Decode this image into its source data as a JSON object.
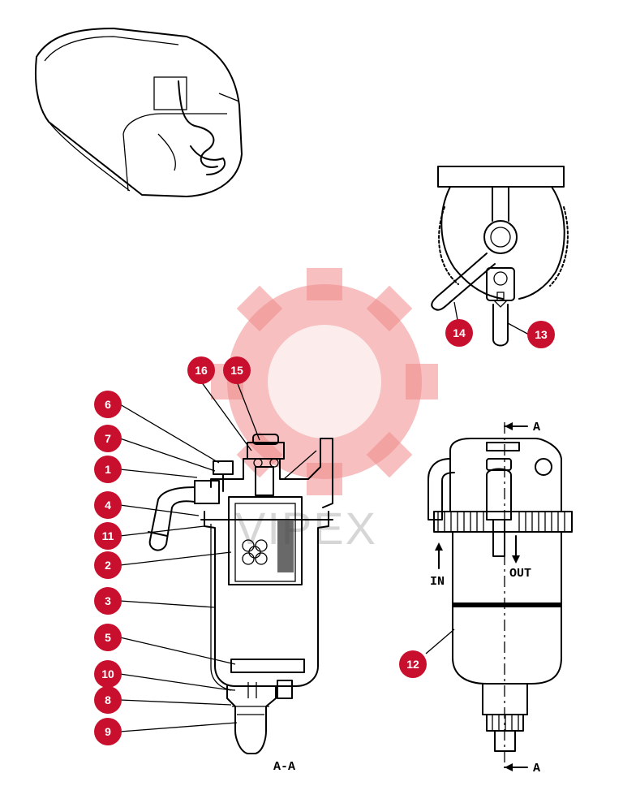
{
  "watermark": {
    "text": "VIPEX",
    "color": "#f08a8a"
  },
  "callout_color": "#c8102e",
  "callouts": [
    {
      "id": "c1",
      "label": "1"
    },
    {
      "id": "c2",
      "label": "2"
    },
    {
      "id": "c3",
      "label": "3"
    },
    {
      "id": "c4",
      "label": "4"
    },
    {
      "id": "c5",
      "label": "5"
    },
    {
      "id": "c6",
      "label": "6"
    },
    {
      "id": "c7",
      "label": "7"
    },
    {
      "id": "c8",
      "label": "8"
    },
    {
      "id": "c9",
      "label": "9"
    },
    {
      "id": "c10",
      "label": "10"
    },
    {
      "id": "c11",
      "label": "11"
    },
    {
      "id": "c12",
      "label": "12"
    },
    {
      "id": "c13",
      "label": "13"
    },
    {
      "id": "c14",
      "label": "14"
    },
    {
      "id": "c15",
      "label": "15"
    },
    {
      "id": "c16",
      "label": "16"
    }
  ],
  "section_labels": {
    "section_view": "A-A",
    "cut_top": "A",
    "cut_bottom": "A",
    "in": "IN",
    "out": "OUT"
  }
}
